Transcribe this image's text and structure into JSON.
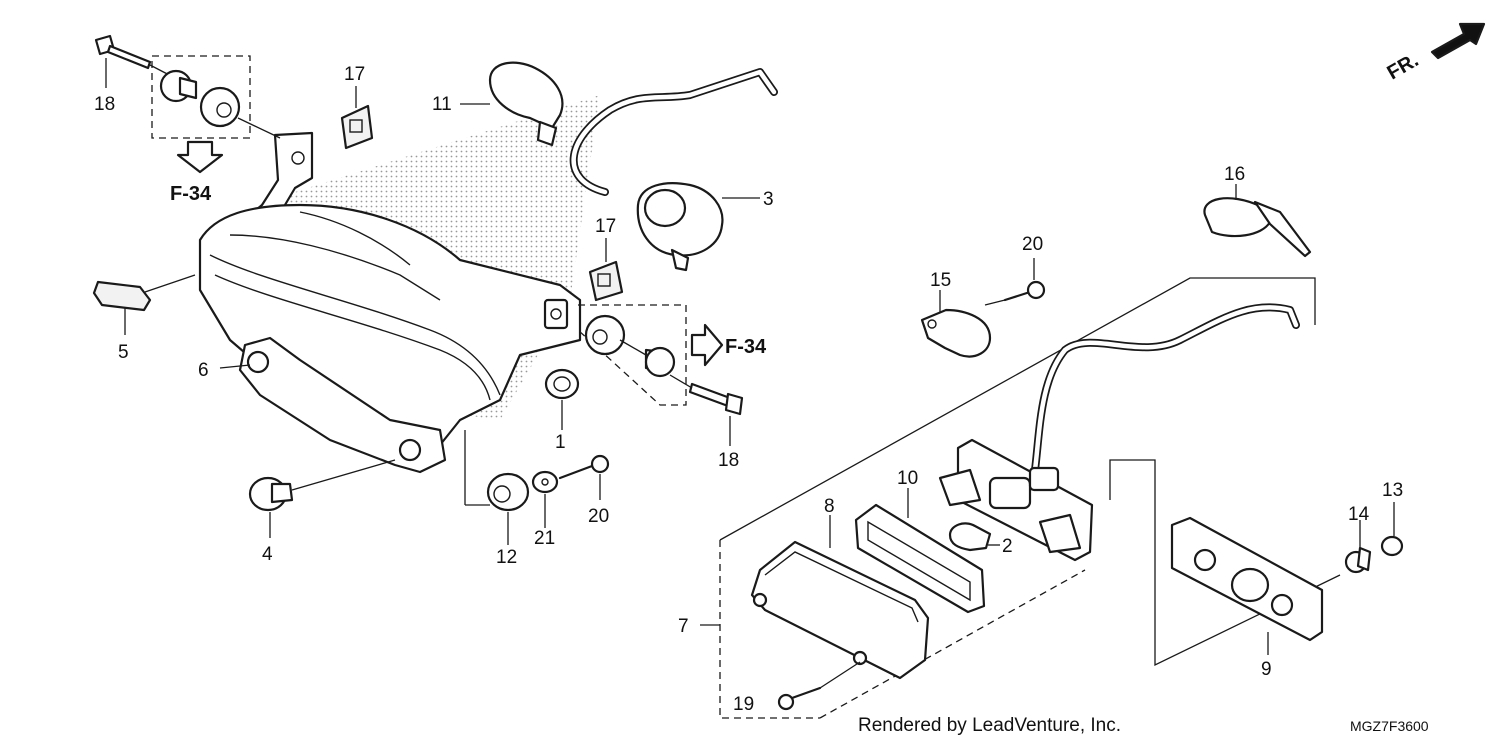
{
  "callouts": [
    {
      "id": "c1",
      "label": "1"
    },
    {
      "id": "c2",
      "label": "2"
    },
    {
      "id": "c3",
      "label": "3"
    },
    {
      "id": "c4",
      "label": "4"
    },
    {
      "id": "c5",
      "label": "5"
    },
    {
      "id": "c6",
      "label": "6"
    },
    {
      "id": "c7",
      "label": "7"
    },
    {
      "id": "c8",
      "label": "8"
    },
    {
      "id": "c9",
      "label": "9"
    },
    {
      "id": "c10",
      "label": "10"
    },
    {
      "id": "c11",
      "label": "11"
    },
    {
      "id": "c12",
      "label": "12"
    },
    {
      "id": "c13",
      "label": "13"
    },
    {
      "id": "c14",
      "label": "14"
    },
    {
      "id": "c15",
      "label": "15"
    },
    {
      "id": "c16",
      "label": "16"
    },
    {
      "id": "c17a",
      "label": "17"
    },
    {
      "id": "c17b",
      "label": "17"
    },
    {
      "id": "c18a",
      "label": "18"
    },
    {
      "id": "c18b",
      "label": "18"
    },
    {
      "id": "c19",
      "label": "19"
    },
    {
      "id": "c20a",
      "label": "20"
    },
    {
      "id": "c20b",
      "label": "20"
    },
    {
      "id": "c21",
      "label": "21"
    }
  ],
  "references": {
    "ref_left": "F-34",
    "ref_right": "F-34",
    "front_indicator": "FR."
  },
  "footer": {
    "rendered_by": "Rendered by LeadVenture, Inc.",
    "diagram_code": "MGZ7F3600"
  }
}
